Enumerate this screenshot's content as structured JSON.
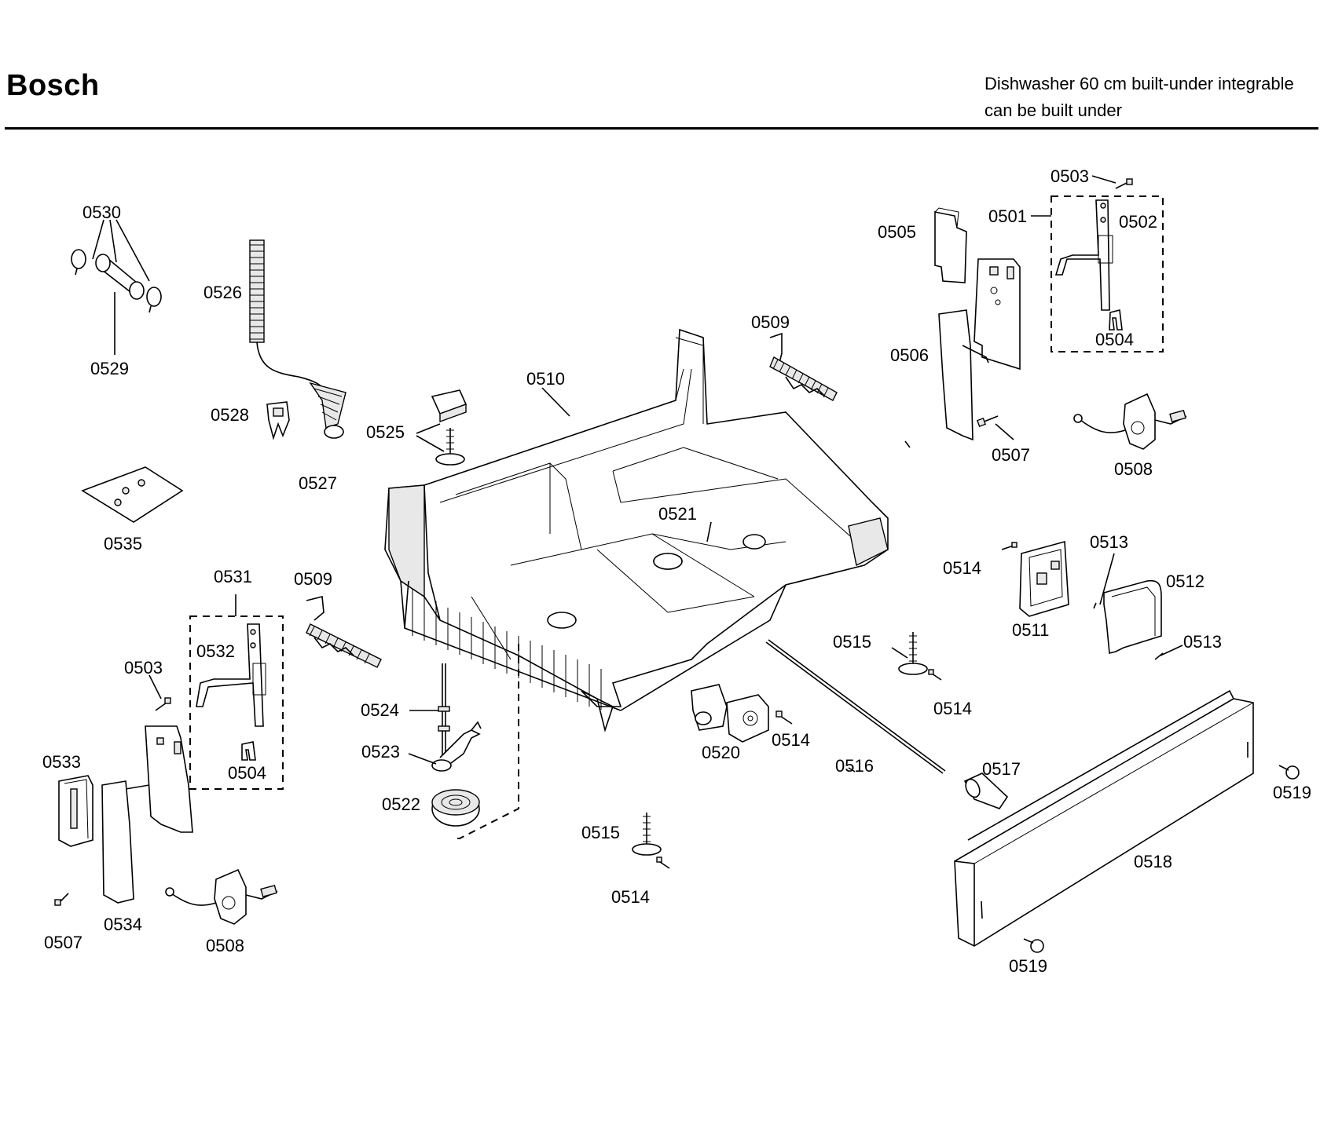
{
  "header": {
    "brand": "Bosch",
    "description_line1": "Dishwasher 60 cm built-under integrable",
    "description_line2": "can be built under"
  },
  "part_labels": {
    "p0501": "0501",
    "p0502": "0502",
    "p0503a": "0503",
    "p0503b": "0503",
    "p0504a": "0504",
    "p0504b": "0504",
    "p0505": "0505",
    "p0506": "0506",
    "p0507a": "0507",
    "p0507b": "0507",
    "p0508a": "0508",
    "p0508b": "0508",
    "p0509a": "0509",
    "p0509b": "0509",
    "p0510": "0510",
    "p0511": "0511",
    "p0512": "0512",
    "p0513a": "0513",
    "p0513b": "0513",
    "p0514a": "0514",
    "p0514b": "0514",
    "p0514c": "0514",
    "p0514d": "0514",
    "p0515a": "0515",
    "p0515b": "0515",
    "p0516": "0516",
    "p0517": "0517",
    "p0518": "0518",
    "p0519a": "0519",
    "p0519b": "0519",
    "p0520": "0520",
    "p0521": "0521",
    "p0522": "0522",
    "p0523": "0523",
    "p0524": "0524",
    "p0525": "0525",
    "p0526": "0526",
    "p0527": "0527",
    "p0528": "0528",
    "p0529": "0529",
    "p0530": "0530",
    "p0531": "0531",
    "p0532": "0532",
    "p0533": "0533",
    "p0534": "0534",
    "p0535": "0535"
  }
}
